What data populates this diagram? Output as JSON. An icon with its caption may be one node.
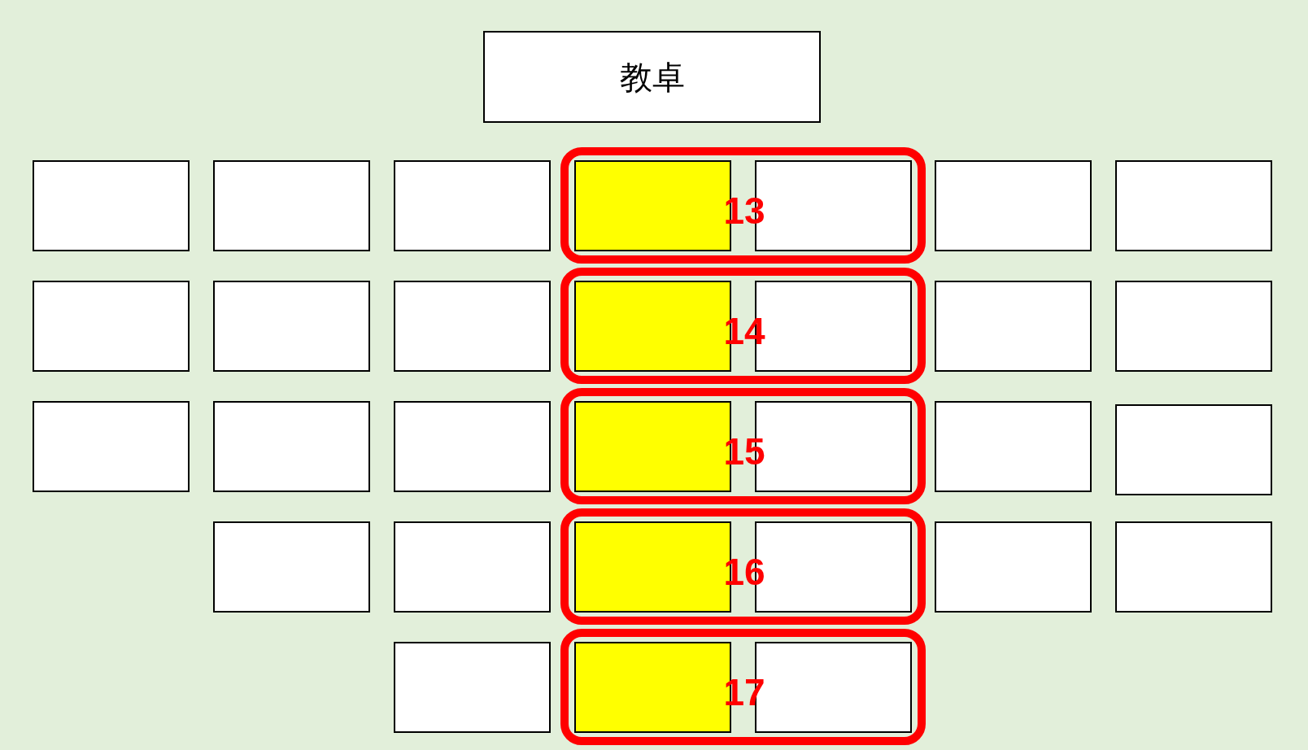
{
  "diagram": {
    "nodes": [
      {
        "text": [
          "教卓"
        ]
      },
      {
        "text": [],
        "shape": "box"
      },
      {
        "text": [],
        "shape": "box"
      },
      {
        "text": [],
        "shape": "box"
      },
      {
        "text": [
          "13"
        ]
      },
      {
        "text": [],
        "shape": "box",
        "in": 4
      },
      {
        "text": [],
        "shape": "box",
        "in": 4
      },
      {
        "text": [],
        "shape": "box"
      },
      {
        "text": [],
        "shape": "box"
      },
      {
        "text": [],
        "shape": "box"
      },
      {
        "text": [],
        "shape": "box"
      },
      {
        "text": [],
        "shape": "box"
      },
      {
        "text": [
          "14"
        ]
      },
      {
        "text": [],
        "shape": "box",
        "in": 12
      },
      {
        "text": [],
        "shape": "box",
        "in": 12
      },
      {
        "text": [],
        "shape": "box"
      },
      {
        "text": [],
        "shape": "box"
      },
      {
        "text": [],
        "shape": "box"
      },
      {
        "text": [],
        "shape": "box"
      },
      {
        "text": [],
        "shape": "box"
      },
      {
        "text": [
          "15"
        ]
      },
      {
        "text": [],
        "shape": "box",
        "in": 20
      },
      {
        "text": [],
        "shape": "box",
        "in": 20
      },
      {
        "text": [],
        "shape": "box"
      },
      {
        "text": [],
        "shape": "box"
      },
      {
        "text": [],
        "shape": "box"
      },
      {
        "text": [],
        "shape": "box"
      },
      {
        "text": [
          "16"
        ]
      },
      {
        "text": [],
        "shape": "box",
        "in": 27
      },
      {
        "text": [],
        "shape": "box",
        "in": 27
      },
      {
        "text": [],
        "shape": "box"
      },
      {
        "text": [],
        "shape": "box"
      },
      {
        "text": [],
        "shape": "box"
      },
      {
        "text": [
          "17"
        ]
      },
      {
        "text": [],
        "shape": "box",
        "in": 33
      },
      {
        "text": [],
        "shape": "box",
        "in": 33
      }
    ]
  }
}
